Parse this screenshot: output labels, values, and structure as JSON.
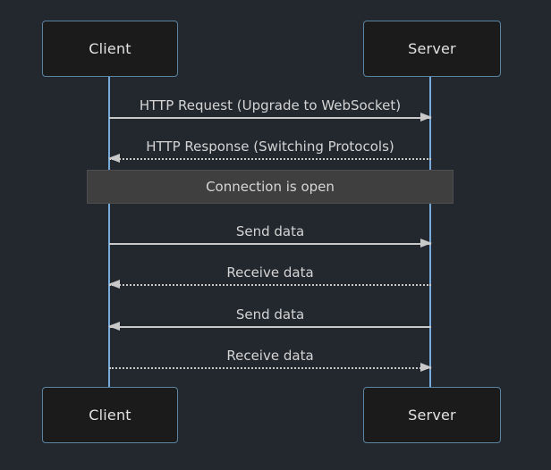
{
  "diagram": {
    "type": "sequence",
    "actors": [
      {
        "id": "client",
        "label": "Client"
      },
      {
        "id": "server",
        "label": "Server"
      }
    ],
    "messages": [
      {
        "label": "HTTP Request (Upgrade to WebSocket)",
        "from": "Client",
        "to": "Server",
        "line": "solid",
        "direction": "right"
      },
      {
        "label": "HTTP Response (Switching Protocols)",
        "from": "Server",
        "to": "Client",
        "line": "dotted",
        "direction": "left"
      },
      {
        "label": "Send data",
        "from": "Client",
        "to": "Server",
        "line": "solid",
        "direction": "right"
      },
      {
        "label": "Receive data",
        "from": "Server",
        "to": "Client",
        "line": "dotted",
        "direction": "left"
      },
      {
        "label": "Send data",
        "from": "Server",
        "to": "Client",
        "line": "solid",
        "direction": "left"
      },
      {
        "label": "Receive data",
        "from": "Client",
        "to": "Server",
        "line": "dotted",
        "direction": "right"
      }
    ],
    "note": {
      "label": "Connection is open",
      "span": "both-lifelines"
    },
    "colors": {
      "background": "#23272e",
      "actor_fill": "#1b1b1b",
      "actor_border": "#5a84a2",
      "lifeline": "#76aadb",
      "signal": "#c9c9c9",
      "text": "#d4d4d4",
      "note_fill": "#3f3f3f",
      "note_border": "#4e4e4e"
    }
  }
}
